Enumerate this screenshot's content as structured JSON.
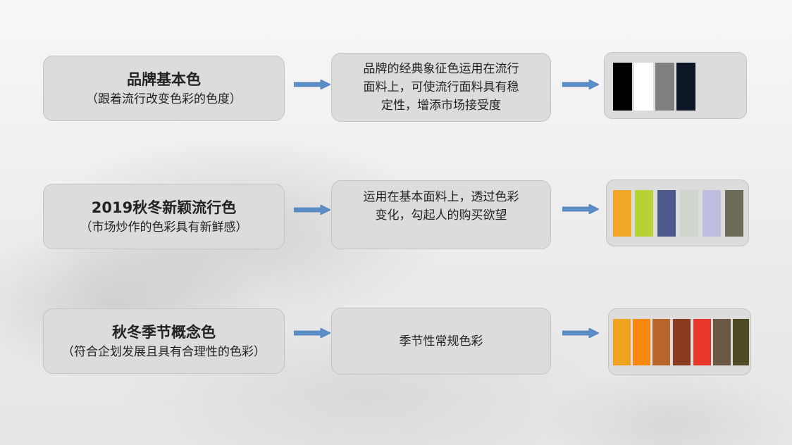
{
  "rows": [
    {
      "title": "品牌基本色",
      "subtitle": "（跟着流行改变色彩的色度）",
      "description": "品牌的经典象征色运用在流行\n面料上，可使流行面料具有稳\n定性，增添市场接受度",
      "swatches": [
        "#000000",
        "#ffffff",
        "#808080",
        "#0c1626"
      ]
    },
    {
      "title": "2019秋冬新颖流行色",
      "subtitle": "（市场炒作的色彩具有新鲜感）",
      "description": "运用在基本面料上，透过色彩\n变化，勾起人的购买欲望",
      "swatches": [
        "#f0a826",
        "#b6d234",
        "#4e5a8c",
        "#cfd6cf",
        "#c0bede",
        "#6e6a5a"
      ]
    },
    {
      "title": "秋冬季节概念色",
      "subtitle": "（符合企划发展且具有合理性的色彩）",
      "description": "季节性常规色彩",
      "swatches": [
        "#efa21e",
        "#f7880f",
        "#b8662c",
        "#8a3a1e",
        "#e8362a",
        "#6a5842",
        "#4e4a24"
      ]
    }
  ],
  "colors": {
    "box_fill": "#dcdcdc",
    "arrow_fill": "#5b8ec9"
  }
}
